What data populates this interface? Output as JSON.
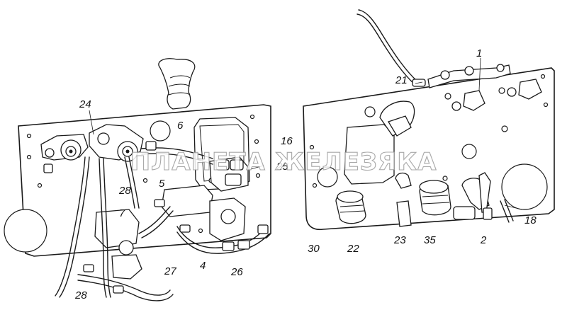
{
  "watermark": "ПЛАНЕТА ЖЕЛЕЗЯКА",
  "callouts": {
    "c24": "24",
    "c6": "6",
    "c16": "16",
    "c25": "25",
    "c28a": "28",
    "c5": "5",
    "c7": "7",
    "c27": "27",
    "c4": "4",
    "c26": "26",
    "c28b": "28",
    "c1": "1",
    "c21": "21",
    "c18": "18",
    "c30": "30",
    "c22": "22",
    "c23": "23",
    "c35": "35",
    "c2": "2"
  }
}
